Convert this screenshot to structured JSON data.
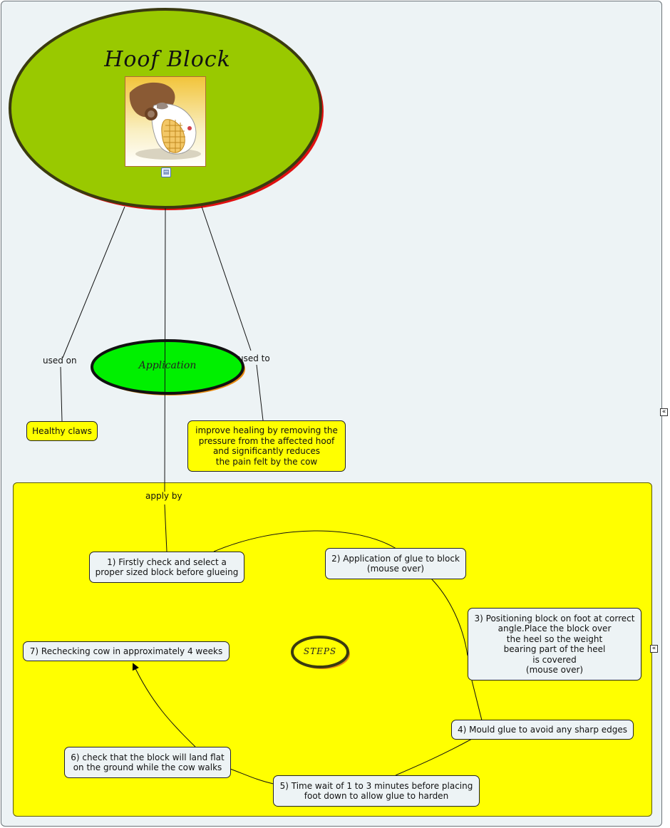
{
  "title": "Hoof Block",
  "application": "Application",
  "steps_label": "STEPS",
  "links": {
    "used_on": "used on",
    "used_to": "used to",
    "apply_by": "apply by"
  },
  "concepts": {
    "healthy_claws": "Healthy claws",
    "improve_healing": "improve healing by removing the\npressure from the affected hoof\nand significantly reduces\nthe pain felt by the cow"
  },
  "steps": [
    "1) Firstly check and select a\nproper sized block before glueing",
    "2) Application of glue to block\n(mouse over)",
    "3) Positioning block on foot at correct\nangle.Place the block over\nthe heel so the weight\nbearing part of the heel\nis covered\n(mouse over)",
    "4) Mould glue to avoid any sharp edges",
    "5) Time wait of 1 to 3 minutes before placing\nfoot down to allow glue to harden",
    "6) check that the block will land flat\non the ground while the cow walks",
    "7) Rechecking cow in approximately 4 weeks"
  ],
  "icons": {
    "resource": "document-icon",
    "collapse": "double-chevron-left-icon"
  },
  "colors": {
    "background": "#edf3f5",
    "title_oval": "#99c900",
    "title_oval_shadow": "#e01010",
    "application_oval": "#00f000",
    "group": "#ffff00",
    "concept": "#ffff00"
  }
}
